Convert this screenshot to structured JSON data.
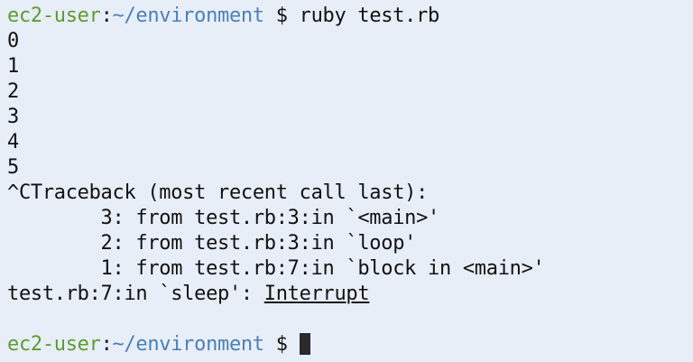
{
  "colors": {
    "background": "#e8eef8",
    "user": "#5b9c30",
    "path": "#4a80b8",
    "text": "#111111"
  },
  "prompt": {
    "user": "ec2-user",
    "sep": ":",
    "path": "~/environment",
    "symbol": " $ "
  },
  "command": "ruby test.rb",
  "output": [
    "0",
    "1",
    "2",
    "3",
    "4",
    "5",
    "^CTraceback (most recent call last):",
    "        3: from test.rb:3:in `<main>'",
    "        2: from test.rb:3:in `loop'",
    "        1: from test.rb:7:in `block in <main>'"
  ],
  "error": {
    "prefix": "test.rb:7:in `sleep': ",
    "type": "Interrupt"
  },
  "cursor_icon": "block-cursor"
}
